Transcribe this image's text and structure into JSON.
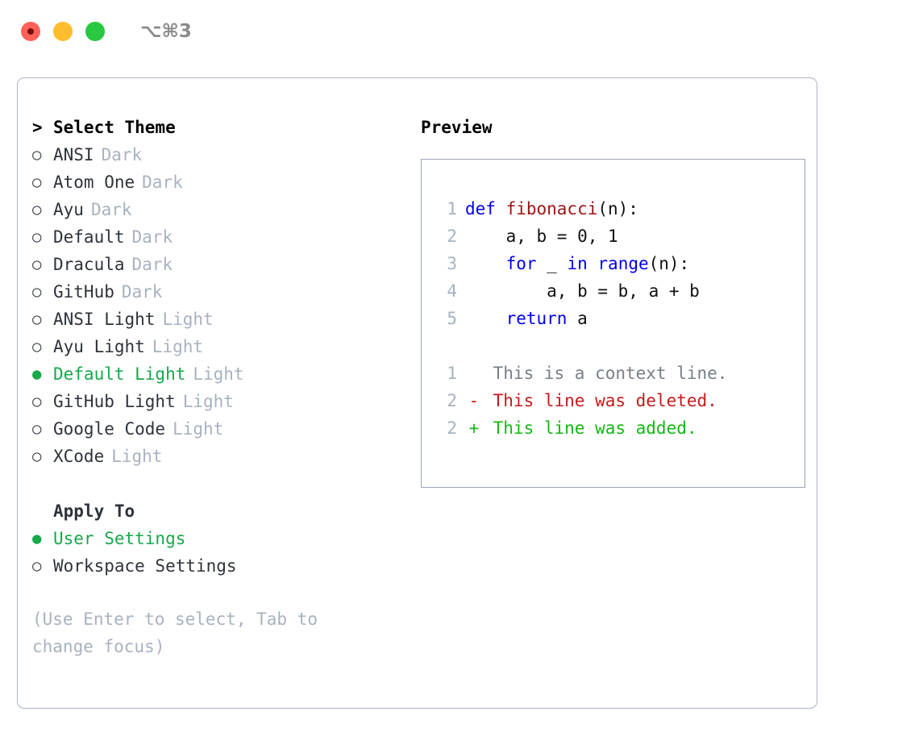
{
  "titlebar": {
    "shortcut": "⌥⌘3",
    "buttons": [
      {
        "name": "close",
        "label": "close"
      },
      {
        "name": "minimize",
        "label": "minimize"
      },
      {
        "name": "maximize",
        "label": "maximize"
      }
    ]
  },
  "theme_list": {
    "header": "Select Theme",
    "prompt": ">",
    "bullet_unselected": "○",
    "bullet_selected": "●",
    "items": [
      {
        "label": "ANSI",
        "tag": "Dark",
        "selected": false
      },
      {
        "label": "Atom One",
        "tag": "Dark",
        "selected": false
      },
      {
        "label": "Ayu",
        "tag": "Dark",
        "selected": false
      },
      {
        "label": "Default",
        "tag": "Dark",
        "selected": false
      },
      {
        "label": "Dracula",
        "tag": "Dark",
        "selected": false
      },
      {
        "label": "GitHub",
        "tag": "Dark",
        "selected": false
      },
      {
        "label": "ANSI Light",
        "tag": "Light",
        "selected": false
      },
      {
        "label": "Ayu Light",
        "tag": "Light",
        "selected": false
      },
      {
        "label": "Default Light",
        "tag": "Light",
        "selected": true
      },
      {
        "label": "GitHub Light",
        "tag": "Light",
        "selected": false
      },
      {
        "label": "Google Code",
        "tag": "Light",
        "selected": false
      },
      {
        "label": "XCode",
        "tag": "Light",
        "selected": false
      }
    ]
  },
  "apply_to": {
    "header": "Apply To",
    "items": [
      {
        "label": "User Settings",
        "selected": true
      },
      {
        "label": "Workspace Settings",
        "selected": false
      }
    ]
  },
  "hint": "(Use Enter to select, Tab to change focus)",
  "preview": {
    "title": "Preview",
    "code_lines": [
      {
        "no": "1",
        "tokens": [
          {
            "text": "def ",
            "type": "kw"
          },
          {
            "text": "fibonacci",
            "type": "fn"
          },
          {
            "text": "(n):",
            "type": "plain"
          }
        ]
      },
      {
        "no": "2",
        "tokens": [
          {
            "text": "    a, b = 0, 1",
            "type": "plain"
          }
        ]
      },
      {
        "no": "3",
        "tokens": [
          {
            "text": "    ",
            "type": "plain"
          },
          {
            "text": "for",
            "type": "kw"
          },
          {
            "text": " _ ",
            "type": "plain"
          },
          {
            "text": "in",
            "type": "kw"
          },
          {
            "text": " ",
            "type": "plain"
          },
          {
            "text": "range",
            "type": "kw"
          },
          {
            "text": "(n):",
            "type": "plain"
          }
        ]
      },
      {
        "no": "4",
        "tokens": [
          {
            "text": "        a, b = b, a + b",
            "type": "plain"
          }
        ]
      },
      {
        "no": "5",
        "tokens": [
          {
            "text": "    ",
            "type": "plain"
          },
          {
            "text": "return",
            "type": "kw"
          },
          {
            "text": " a",
            "type": "plain"
          }
        ]
      }
    ],
    "diff_lines": [
      {
        "no": "1",
        "marker": " ",
        "text": "This is a context line.",
        "type": "ctx"
      },
      {
        "no": "2",
        "marker": "-",
        "text": "This line was deleted.",
        "type": "del"
      },
      {
        "no": "2",
        "marker": "+",
        "text": "This line was added.",
        "type": "add"
      }
    ]
  },
  "colors": {
    "selected_green": "#17a84a",
    "tag_gray": "#a8b2c0",
    "keyword_blue": "#0000ee",
    "function_red": "#9b1313",
    "diff_deleted": "#c41a1a",
    "diff_added": "#13b813",
    "border": "#aab4c2"
  }
}
